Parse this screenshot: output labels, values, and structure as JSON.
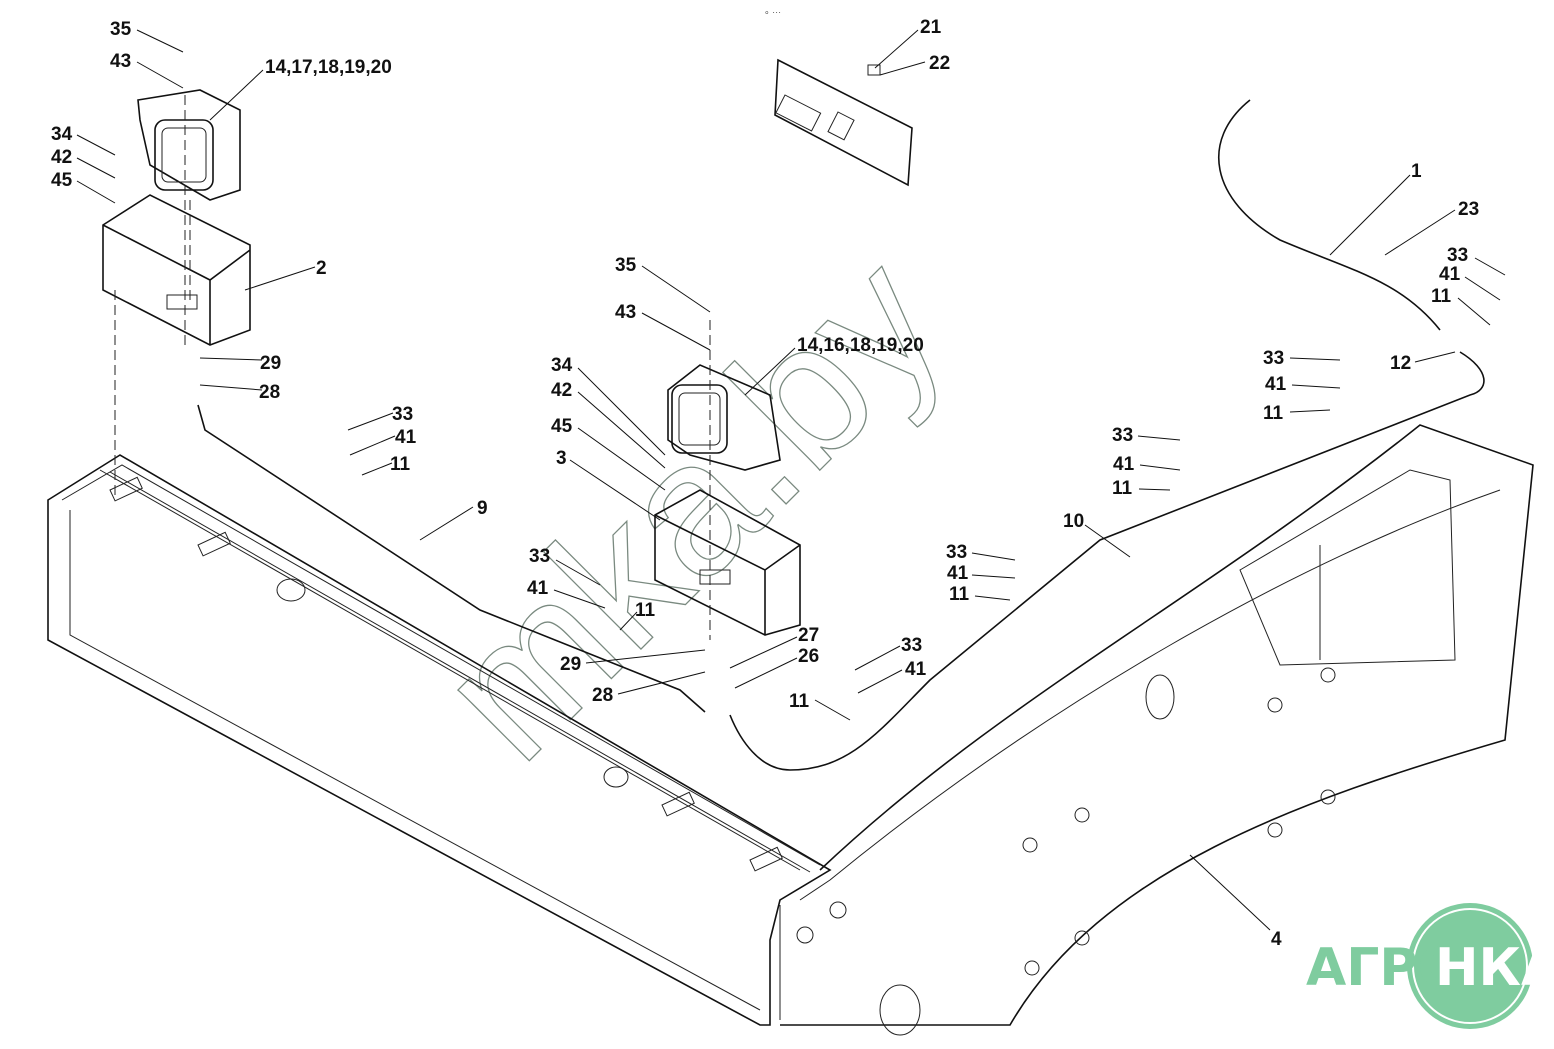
{
  "diagram": {
    "top_marks": "∘ ···",
    "callouts": [
      "35",
      "43",
      "14,17,18,19,20",
      "34",
      "42",
      "45",
      "2",
      "29",
      "28",
      "33",
      "41",
      "11",
      "9",
      "21",
      "22",
      "1",
      "23",
      "33",
      "41",
      "11",
      "12",
      "33",
      "41",
      "11",
      "33",
      "41",
      "11",
      "35",
      "43",
      "14,16,18,19,20",
      "34",
      "42",
      "45",
      "3",
      "33",
      "41",
      "11",
      "27",
      "26",
      "29",
      "28",
      "10",
      "33",
      "41",
      "11",
      "33",
      "41",
      "11",
      "4"
    ]
  },
  "watermark": "mka.by",
  "logo": {
    "text_left": "АГРО",
    "text_right": "НКА",
    "color": "#7fcc9f"
  }
}
